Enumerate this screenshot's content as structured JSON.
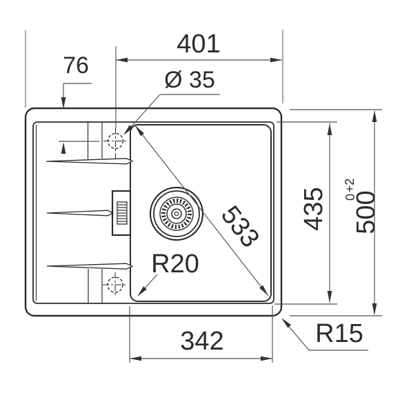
{
  "drawing": {
    "colors": {
      "background": "#ffffff",
      "geometry_line": "#2b2b2b",
      "dimension_line": "#4f4f4f"
    },
    "dimensions": {
      "top_width": "401",
      "tap_hole_offset": "76",
      "tap_hole_diameter": "Ø 35",
      "bowl_diagonal": "533",
      "inner_depth": "435",
      "overall_depth": "500",
      "overall_depth_tol_plus": "+2",
      "overall_depth_tol_minus": "0",
      "bowl_corner_radius": "R20",
      "bowl_width": "342",
      "outer_corner_radius": "R15"
    }
  }
}
